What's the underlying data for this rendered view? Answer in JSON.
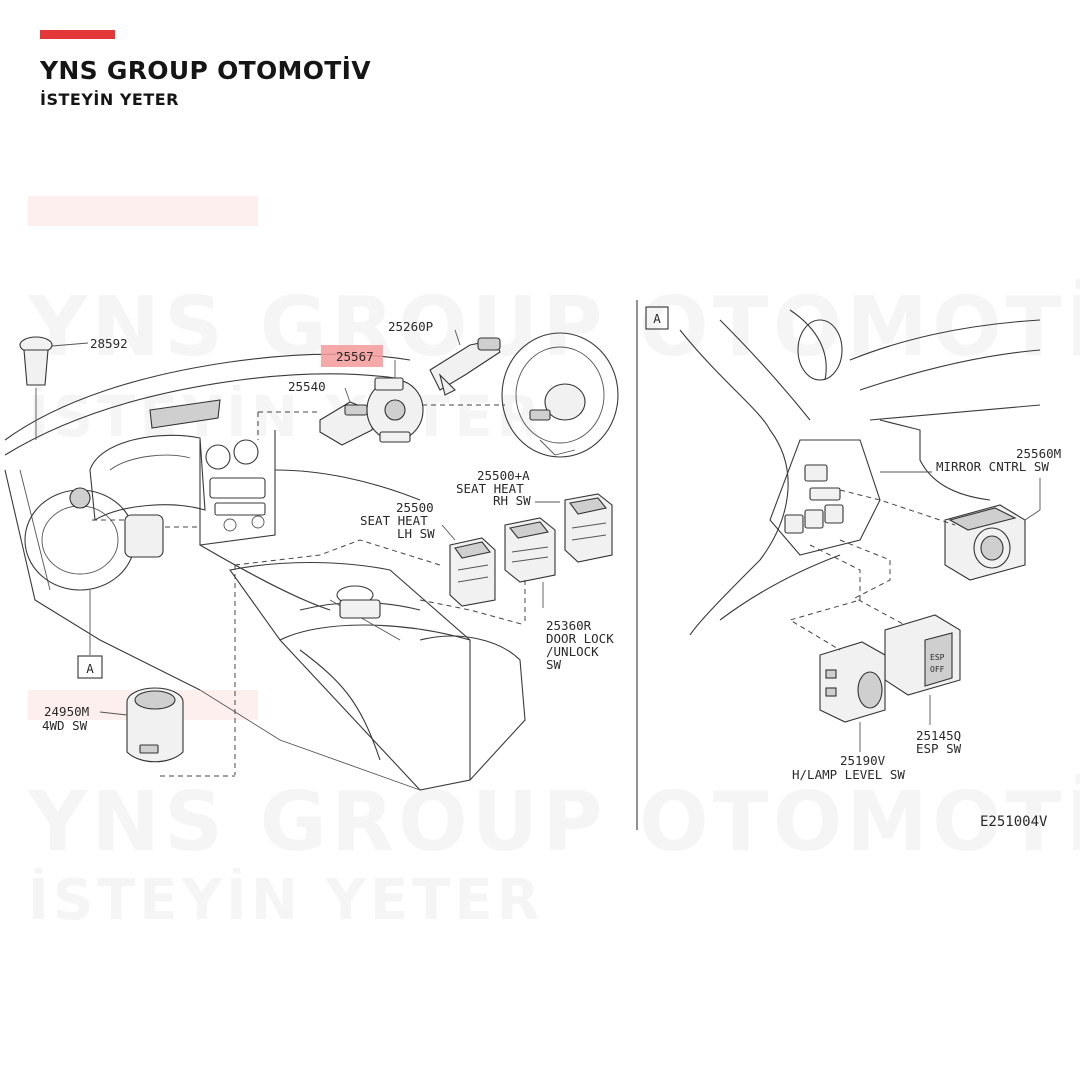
{
  "brand": {
    "title": "YNS GROUP OTOMOTİV",
    "subtitle": "İSTEYİN YETER",
    "accent_color": "#e4373a"
  },
  "watermark": {
    "line1": "YNS GROUP OTOMOTİV",
    "line2": "İSTEYİN YETER"
  },
  "diagram": {
    "section_marker": "A",
    "ref_code": "E251004V",
    "parts": [
      {
        "code": "28592"
      },
      {
        "code": "25260P"
      },
      {
        "code": "25567",
        "highlighted": true,
        "highlight_color": "#f59a9a"
      },
      {
        "code": "25540"
      },
      {
        "code": "25500+A",
        "desc": [
          "SEAT HEAT",
          "RH SW"
        ]
      },
      {
        "code": "25500",
        "desc": [
          "SEAT HEAT",
          "LH SW"
        ]
      },
      {
        "code": "25360R",
        "desc": [
          "DOOR LOCK",
          "/UNLOCK",
          "SW"
        ]
      },
      {
        "code": "24950M",
        "desc": [
          "4WD SW"
        ]
      },
      {
        "code": "25560M",
        "desc": [
          "MIRROR CNTRL SW"
        ]
      },
      {
        "code": "25145Q",
        "desc": [
          "ESP SW"
        ]
      },
      {
        "code": "25190V",
        "desc": [
          "H/LAMP LEVEL SW"
        ]
      }
    ]
  }
}
